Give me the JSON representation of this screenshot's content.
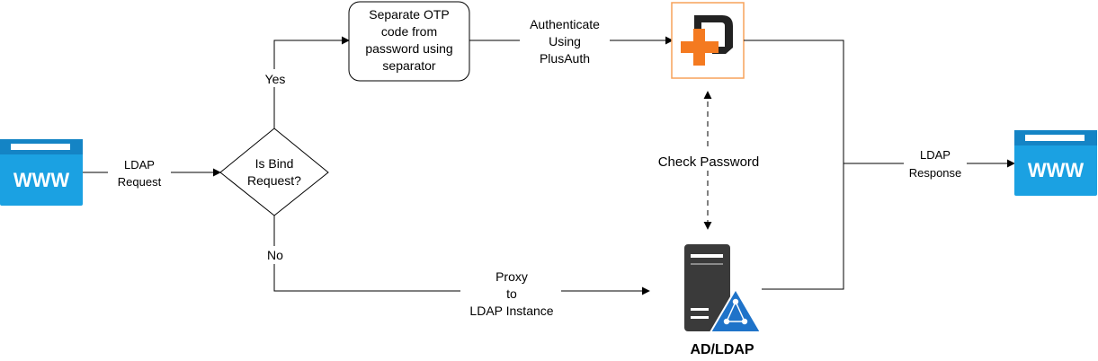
{
  "nodes": {
    "client_left": {
      "text": "WWW",
      "icon": "web-browser-icon"
    },
    "decision": {
      "line1": "Is Bind",
      "line2": "Request?"
    },
    "otp_box": {
      "line1": "Separate OTP",
      "line2": "code from",
      "line3": "password using",
      "line4": "separator"
    },
    "plusauth": {
      "icon": "plusauth-logo-icon"
    },
    "ad_ldap": {
      "label": "AD/LDAP",
      "icon": "ad-ldap-server-icon"
    },
    "client_right": {
      "text": "WWW",
      "icon": "web-browser-icon"
    }
  },
  "edges": {
    "ldap_request": {
      "line1": "LDAP",
      "line2": "Request"
    },
    "yes": "Yes",
    "no": "No",
    "authenticate": {
      "line1": "Authenticate",
      "line2": "Using",
      "line3": "PlusAuth"
    },
    "check_password": "Check Password",
    "proxy": {
      "line1": "Proxy",
      "line2": "to",
      "line3": "LDAP Instance"
    },
    "ldap_response": {
      "line1": "LDAP",
      "line2": "Response"
    }
  },
  "colors": {
    "web_blue": "#1ba1e2",
    "web_blue_dark": "#1484c5",
    "plusauth_orange": "#f47a20",
    "plusauth_dark": "#222222",
    "server_dark": "#3a3a3a",
    "azure_blue": "#1f73c9"
  }
}
